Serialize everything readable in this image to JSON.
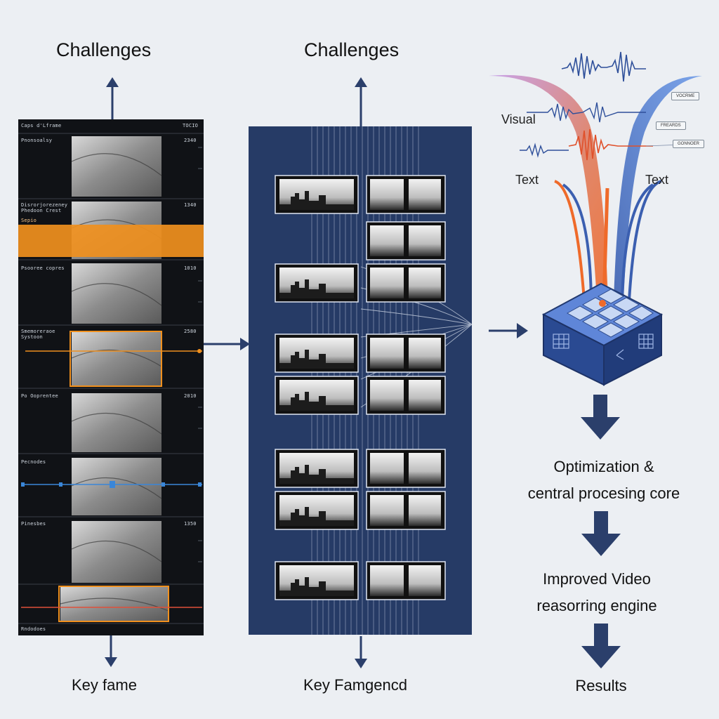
{
  "columns": {
    "left": {
      "heading": "Challenges",
      "caption": "Key fame"
    },
    "middle": {
      "heading": "Challenges",
      "caption": "Key Famgencd"
    }
  },
  "strip": {
    "header_left": "Caps d'Lframe",
    "header_right": "TOCIO",
    "rows": [
      {
        "label": "Pnonsoalsy",
        "value": "2340"
      },
      {
        "label": "Disrorjorezeney\nPhedoon Crest",
        "value": "1340"
      },
      {
        "label": "Sepio",
        "value": ""
      },
      {
        "label": "Psooree copres",
        "value": "1010"
      },
      {
        "label": "Smemoreraoe\nSystoon",
        "value": "2580"
      },
      {
        "label": "Po Ooprentee",
        "value": "2010"
      },
      {
        "label": "Pecnodes",
        "value": ""
      },
      {
        "label": "Pinesbes",
        "value": "1350"
      }
    ],
    "footer": "Rndodoes",
    "colors": {
      "orange": "#f0901e",
      "blue": "#3a86d8",
      "bg": "#101216"
    }
  },
  "process": {
    "inputs": {
      "visual": "Visual",
      "text_left": "Text",
      "text_right": "Text"
    },
    "bubbles": [
      "VOCRME",
      "FREARDS",
      "GONNOER"
    ],
    "steps": [
      {
        "label": "Optimization &\ncentral procesing core"
      },
      {
        "label": "Improved Video\nreasorring engine"
      },
      {
        "label": "Results"
      }
    ],
    "colors": {
      "navy": "#263b66",
      "arrow": "#2b3f6b",
      "orange": "#ef6a2a",
      "purple": "#b98be0",
      "blue": "#4a82d8"
    }
  }
}
